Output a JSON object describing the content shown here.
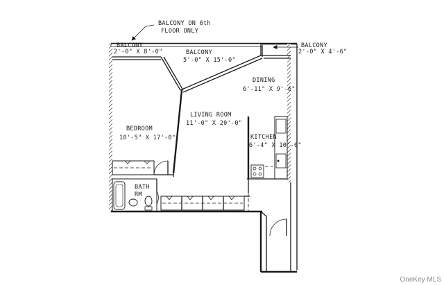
{
  "labels": {
    "balcony_note_line1": "BALCONY ON 6th",
    "balcony_note_line2": "FLOOR ONLY",
    "balcony_small_title": "BALCONY",
    "balcony_small_dims": "2'-0\" X 8'-0\"",
    "balcony_main_title": "BALCONY",
    "balcony_main_dims": "5'-0\" X 15'-0\"",
    "balcony_right_title": "BALCONY",
    "balcony_right_dims": "2'-0\" X 4'-6\"",
    "dining_title": "DINING",
    "dining_dims": "6'-11\" X 9'-6\"",
    "living_title": "LIVING ROOM",
    "living_dims": "11'-0\" X 20'-0\"",
    "bedroom_title": "BEDROOM",
    "bedroom_dims": "10'-5\" X 17'-0\"",
    "kitchen_title": "KITCHEN",
    "kitchen_dims": "6'-4\" X 10'-0\"",
    "bath_line1": "BATH",
    "bath_line2": "RM"
  },
  "credit": "OneKey MLS"
}
